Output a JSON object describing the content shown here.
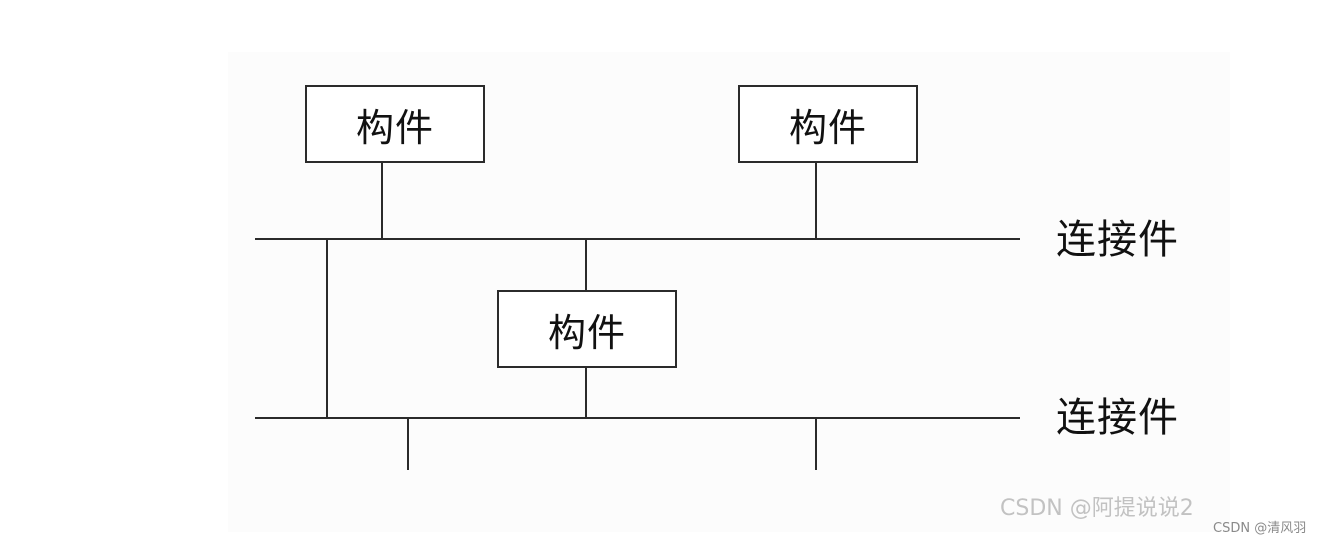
{
  "diagram": {
    "components": [
      {
        "label": "构件"
      },
      {
        "label": "构件"
      },
      {
        "label": "构件"
      }
    ],
    "connectors": [
      {
        "label": "连接件"
      },
      {
        "label": "连接件"
      }
    ]
  },
  "watermarks": {
    "large": "CSDN @阿提说说2",
    "small": "CSDN @清风羽"
  }
}
